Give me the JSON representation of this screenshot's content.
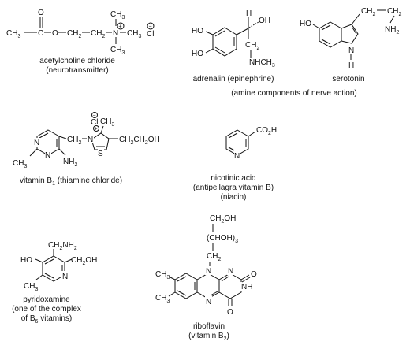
{
  "compounds": [
    {
      "id": "acetylcholine",
      "name": "acetylcholine chloride",
      "note": "(neurotransmitter)"
    },
    {
      "id": "adrenalin",
      "name": "adrenalin (epinephrine)",
      "note": ""
    },
    {
      "id": "serotonin",
      "name": "serotonin",
      "note": ""
    },
    {
      "id": "thiamine",
      "name": "vitamin B",
      "name_sub": "1",
      "name_tail": " (thiamine chloride)"
    },
    {
      "id": "nicotinic",
      "name": "nicotinic acid",
      "note": "(antipellagra vitamin B)",
      "note2": "(niacin)"
    },
    {
      "id": "pyridoxamine",
      "name": "pyridoxamine",
      "note": "(one of the complex",
      "note2_pre": "of B",
      "note2_sub": "6",
      "note2_post": " vitamins)"
    },
    {
      "id": "riboflavin",
      "name": "riboflavin",
      "note_pre": "(vitamin B",
      "note_sub": "2",
      "note_post": ")"
    }
  ],
  "group_caption": "(amine components of nerve action)",
  "atoms": {
    "ch3": "CH",
    "ch2": "CH",
    "c": "C",
    "o": "O",
    "n": "N",
    "s": "S",
    "h": "H",
    "cl": "Cl",
    "ho": "HO",
    "oh": "OH",
    "nh2": "NH",
    "nhch3": "NHCH",
    "co2h": "CO",
    "h_tail": "H",
    "choh": "(CHOH)",
    "sub3": "3",
    "sub2": "2",
    "plus": "+",
    "minus": "−",
    "nh": "NH"
  }
}
